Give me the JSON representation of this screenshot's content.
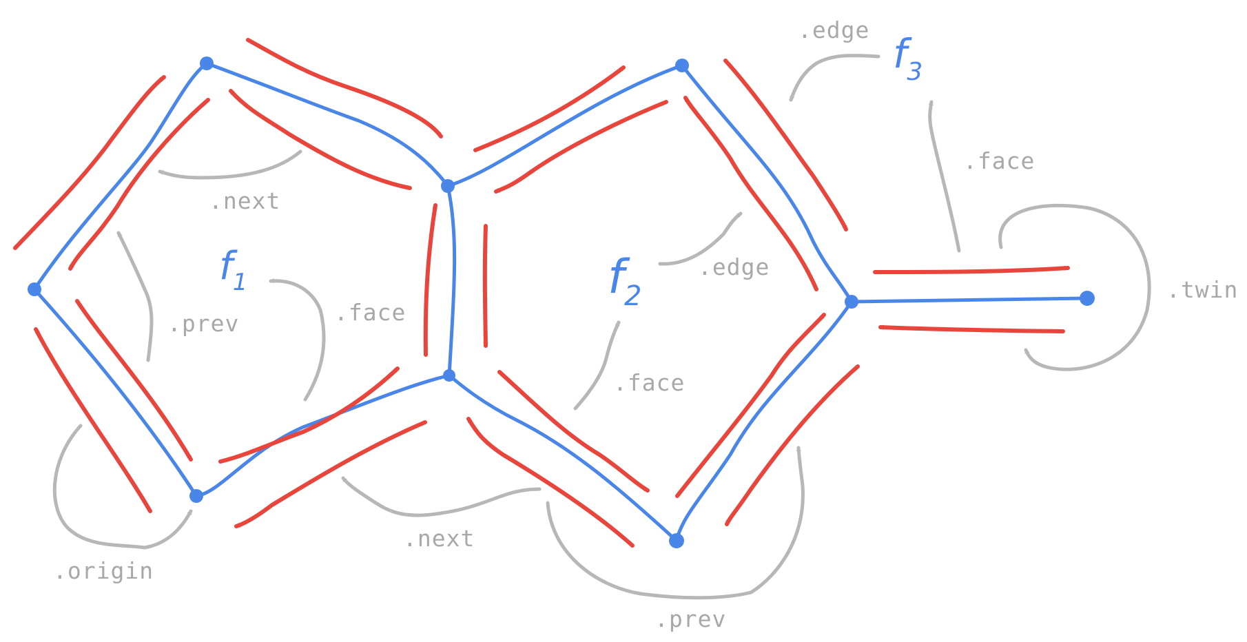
{
  "labels": {
    "edge_top": ".edge",
    "edge_middle": ".edge",
    "next_top": ".next",
    "next_bottom": ".next",
    "prev_left": ".prev",
    "prev_bottom": ".prev",
    "face_left": ".face",
    "face_middle": ".face",
    "face_right": ".face",
    "twin": ".twin",
    "origin": ".origin"
  },
  "faces": {
    "f1": {
      "base": "f",
      "sub": "1"
    },
    "f2": {
      "base": "f",
      "sub": "2"
    },
    "f3": {
      "base": "f",
      "sub": "3"
    }
  },
  "colors": {
    "edge": "#4a86e8",
    "half_edge": "#e8453c",
    "annotation": "#b7b7b7"
  }
}
